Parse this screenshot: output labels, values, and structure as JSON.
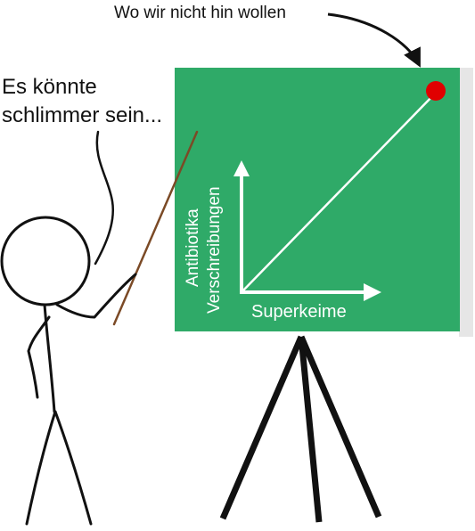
{
  "annotation": {
    "text": "Wo wir nicht hin wollen"
  },
  "speech": {
    "line1": "Es könnte",
    "line2": "schlimmer sein..."
  },
  "board": {
    "y_label_line1": "Antibiotika",
    "y_label_line2": "Verschreibungen",
    "x_label": "Superkeime"
  },
  "colors": {
    "board_green": "#2faa68",
    "board_shadow": "#e6e6e6",
    "ink": "#111111",
    "pointer_brown": "#7b4a26",
    "chalk": "#ffffff",
    "marker_red": "#e00000"
  }
}
